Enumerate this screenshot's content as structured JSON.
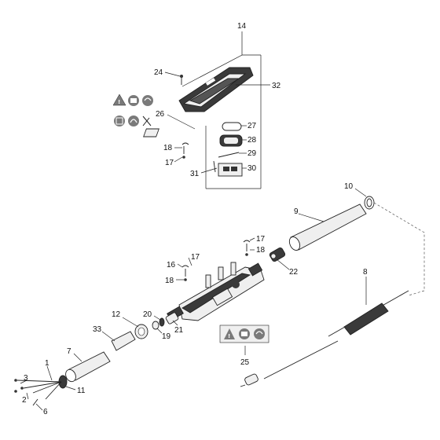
{
  "callouts": {
    "p1": "1",
    "p2": "2",
    "p3": "3",
    "p6": "6",
    "p7": "7",
    "p8": "8",
    "p9": "9",
    "p10": "10",
    "p11": "11",
    "p12": "12",
    "p14": "14",
    "p16": "16",
    "p17a": "17",
    "p17b": "17",
    "p17c": "17",
    "p18a": "18",
    "p18b": "18",
    "p18c": "18",
    "p19": "19",
    "p20": "20",
    "p21": "21",
    "p22": "22",
    "p24": "24",
    "p25": "25",
    "p26": "26",
    "p27": "27",
    "p28": "28",
    "p29": "29",
    "p30": "30",
    "p31": "31",
    "p32": "32",
    "p33": "33"
  },
  "icons": {
    "warning": "warning-triangle-icon",
    "read_manual": "read-manual-icon",
    "ear_protection": "ear-protection-icon",
    "no_dispose": "no-bin-icon",
    "recycle": "recycle-icon",
    "double_insulated": "double-insulation-icon"
  },
  "colors": {
    "line": "#222222",
    "part_fill": "#efefef",
    "part_dark": "#3a3a3a",
    "symbol_grey": "#7a7a7a",
    "background": "#ffffff"
  }
}
